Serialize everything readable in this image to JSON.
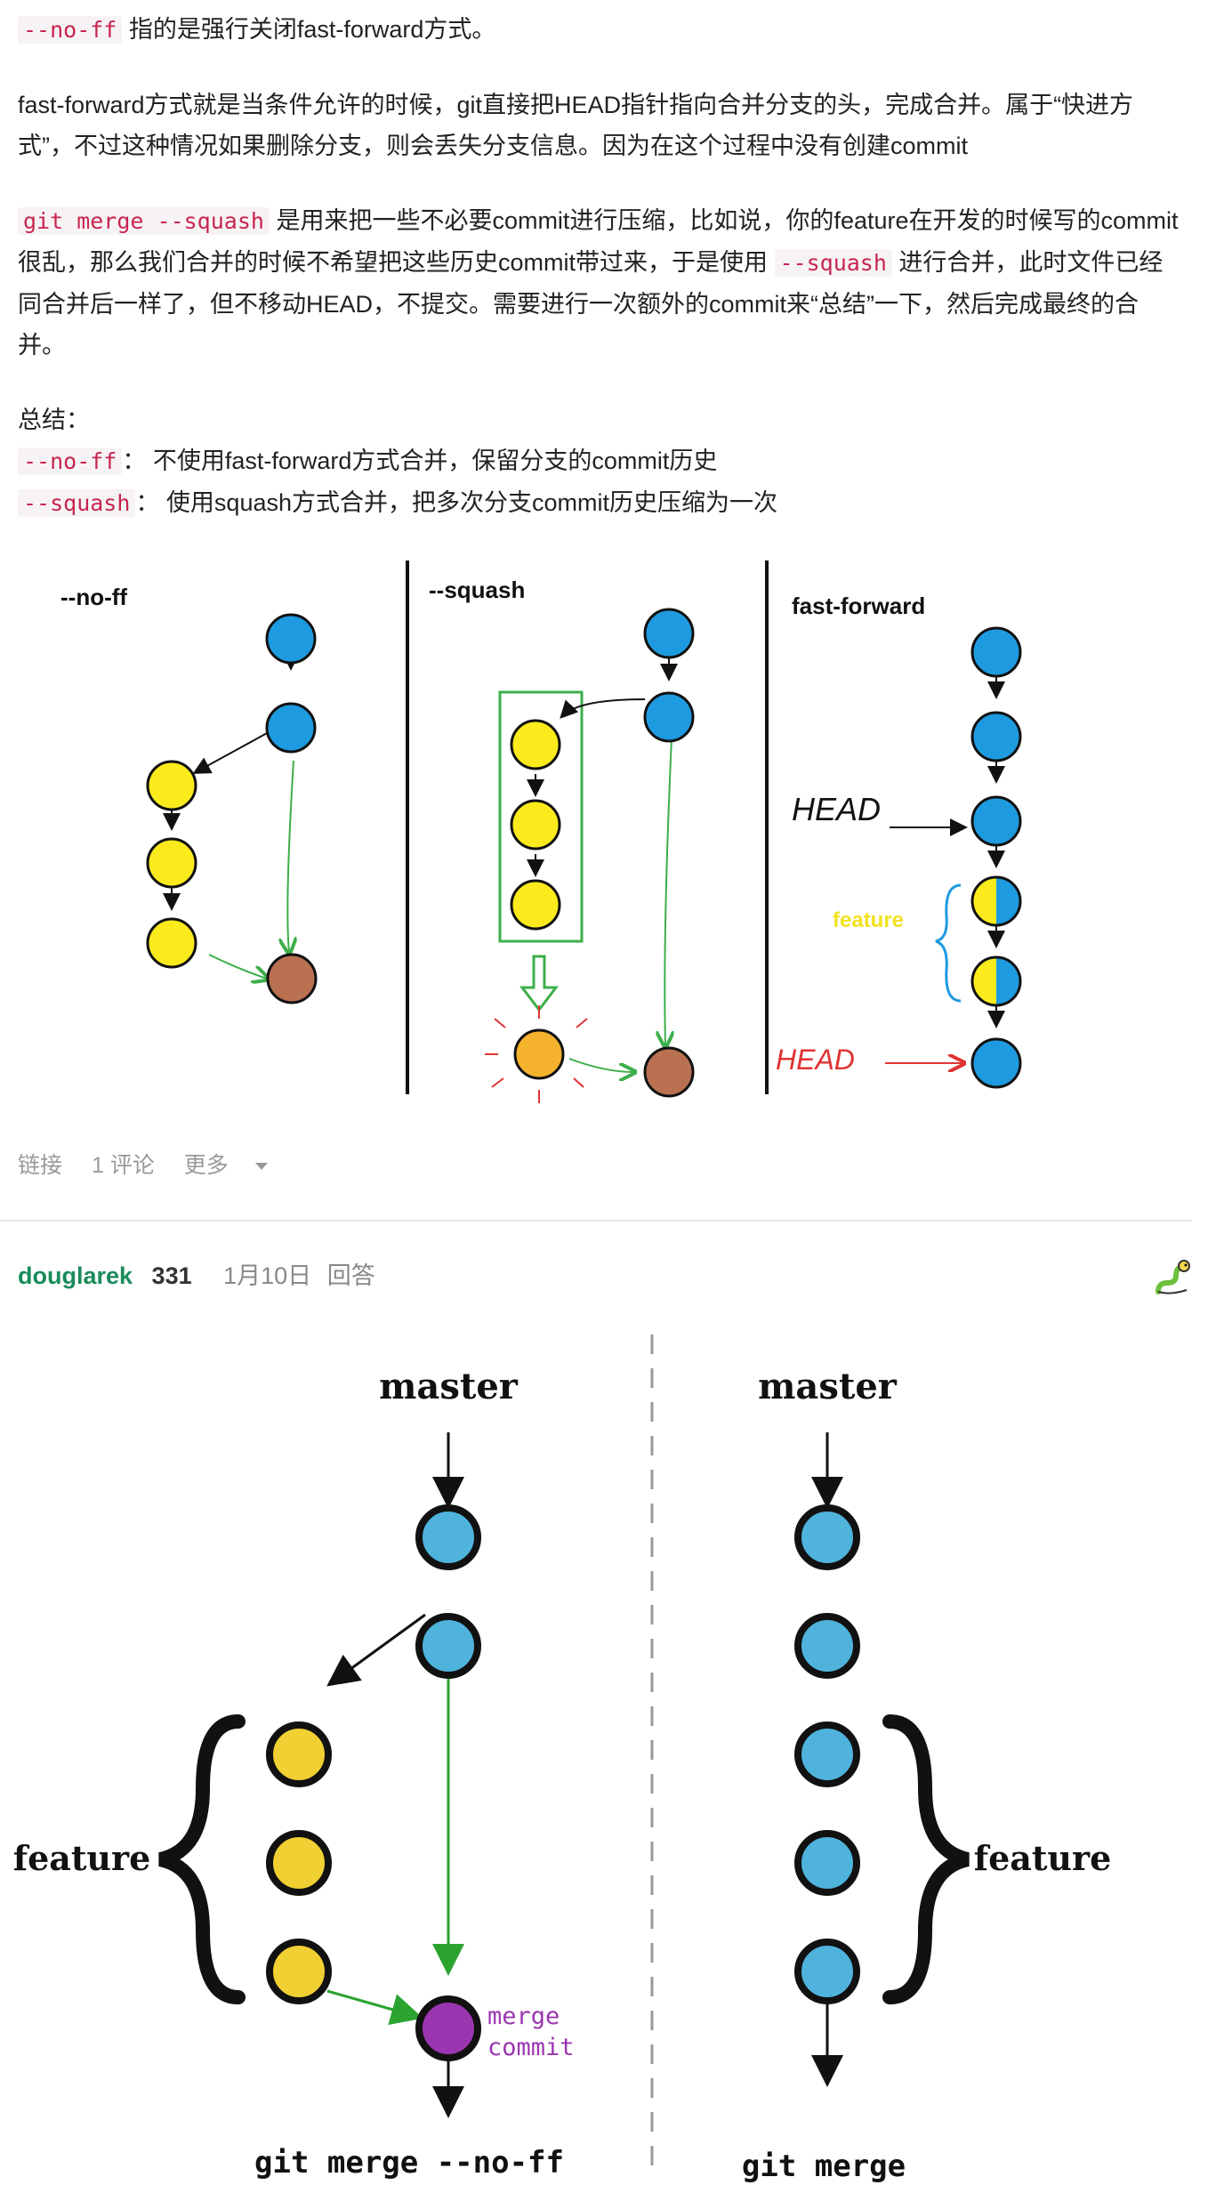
{
  "answer1": {
    "line1": {
      "code": "--no-ff",
      "text": " 指的是强行关闭fast-forward方式。"
    },
    "para2": "fast-forward方式就是当条件允许的时候，git直接把HEAD指针指向合并分支的头，完成合并。属于“快进方式”，不过这种情况如果删除分支，则会丢失分支信息。因为在这个过程中没有创建commit",
    "para3": {
      "code1": "git merge --squash",
      "text1": " 是用来把一些不必要commit进行压缩，比如说，你的feature在开发的时候写的commit很乱，那么我们合并的时候不希望把这些历史commit带过来，于是使用 ",
      "code2": "--squash",
      "text2": " 进行合并，此时文件已经同合并后一样了，但不移动HEAD，不提交。需要进行一次额外的commit来“总结”一下，然后完成最终的合并。"
    },
    "summary_title": "总结：",
    "summary_1": {
      "code": "--no-ff",
      "text": "： 不使用fast-forward方式合并，保留分支的commit历史"
    },
    "summary_2": {
      "code": "--squash",
      "text": "： 使用squash方式合并，把多次分支commit历史压缩为一次"
    }
  },
  "sketch": {
    "label_noff": "--no-ff",
    "label_squash": "--squash",
    "label_ff": "fast-forward",
    "head_label_1": "HEAD",
    "head_label_2": "HEAD",
    "feature_label": "feature",
    "colors": {
      "blue": "#1e9be0",
      "yellow": "#fbeb1d",
      "brown": "#b97152",
      "orange": "#f5b22c",
      "green": "#3dae4a",
      "red": "#e03333"
    }
  },
  "actions": {
    "link": "链接",
    "comments": "1 评论",
    "more": "更多"
  },
  "answer2": {
    "username": "douglarek",
    "reputation": "331",
    "date": "1月10日",
    "answered": "回答",
    "avatar_icon": "snake-avatar-icon"
  },
  "diagram": {
    "left_master": "master",
    "right_master": "master",
    "left_feature": "feature",
    "right_feature": "feature",
    "merge_commit_line1": "merge",
    "merge_commit_line2": "commit",
    "left_caption": "git merge --no-ff",
    "right_caption": "git merge",
    "colors": {
      "blue": "#4fb3dc",
      "yellow": "#f0d033",
      "purple": "#9b36b0",
      "green": "#2aa32f"
    }
  }
}
